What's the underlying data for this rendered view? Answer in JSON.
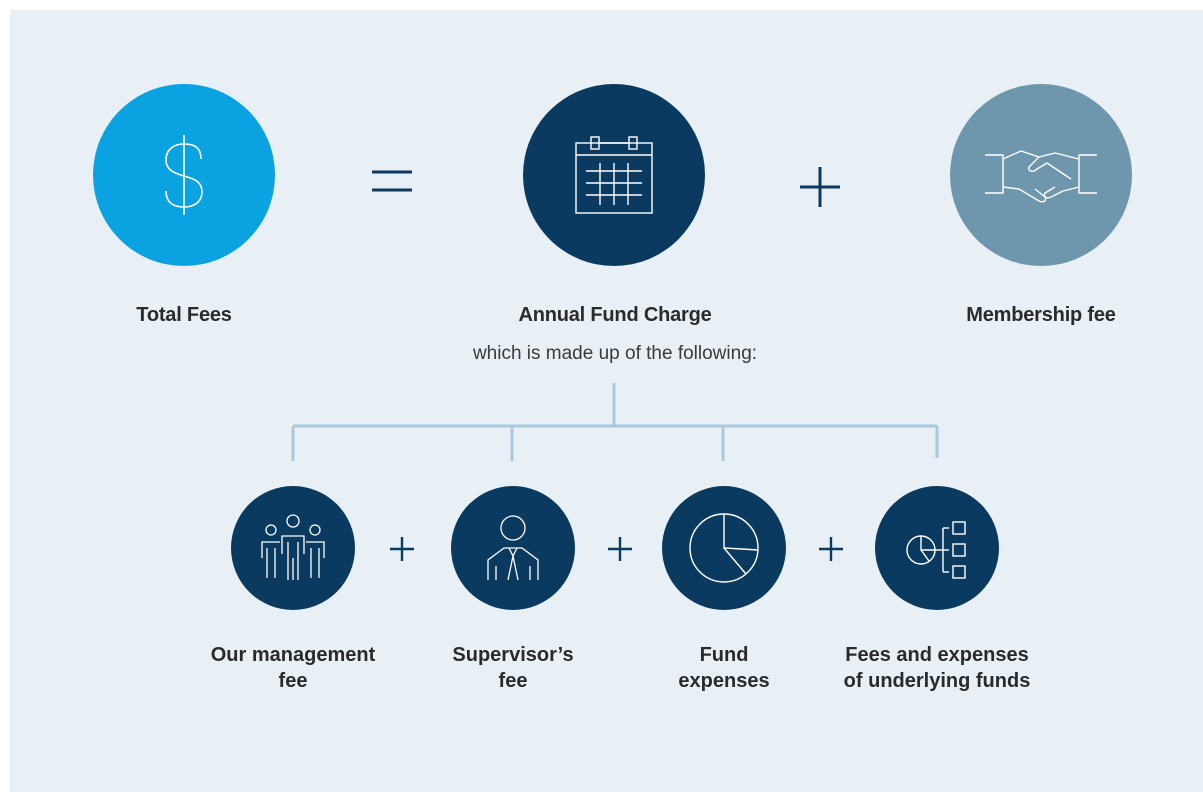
{
  "top": {
    "total_fees": "Total Fees",
    "equals": "=",
    "annual_fund_charge": "Annual Fund Charge",
    "plus": "+",
    "membership_fee": "Membership fee",
    "subtitle": "which is made up of the following:"
  },
  "components": [
    {
      "line1": "Our management",
      "line2": "fee",
      "icon": "people-group-icon"
    },
    {
      "line1": "Supervisor’s",
      "line2": "fee",
      "icon": "supervisor-icon"
    },
    {
      "line1": "Fund",
      "line2": "expenses",
      "icon": "pie-chart-icon"
    },
    {
      "line1": "Fees and expenses",
      "line2": "of underlying funds",
      "icon": "pie-hierarchy-icon"
    }
  ],
  "operators": {
    "plus": "+"
  },
  "colors": {
    "background": "#e8f0f6",
    "total_circle": "#0aa2e0",
    "navy": "#0b3a60",
    "membership_circle": "#6e96ac",
    "connector": "#a9c8dc"
  }
}
